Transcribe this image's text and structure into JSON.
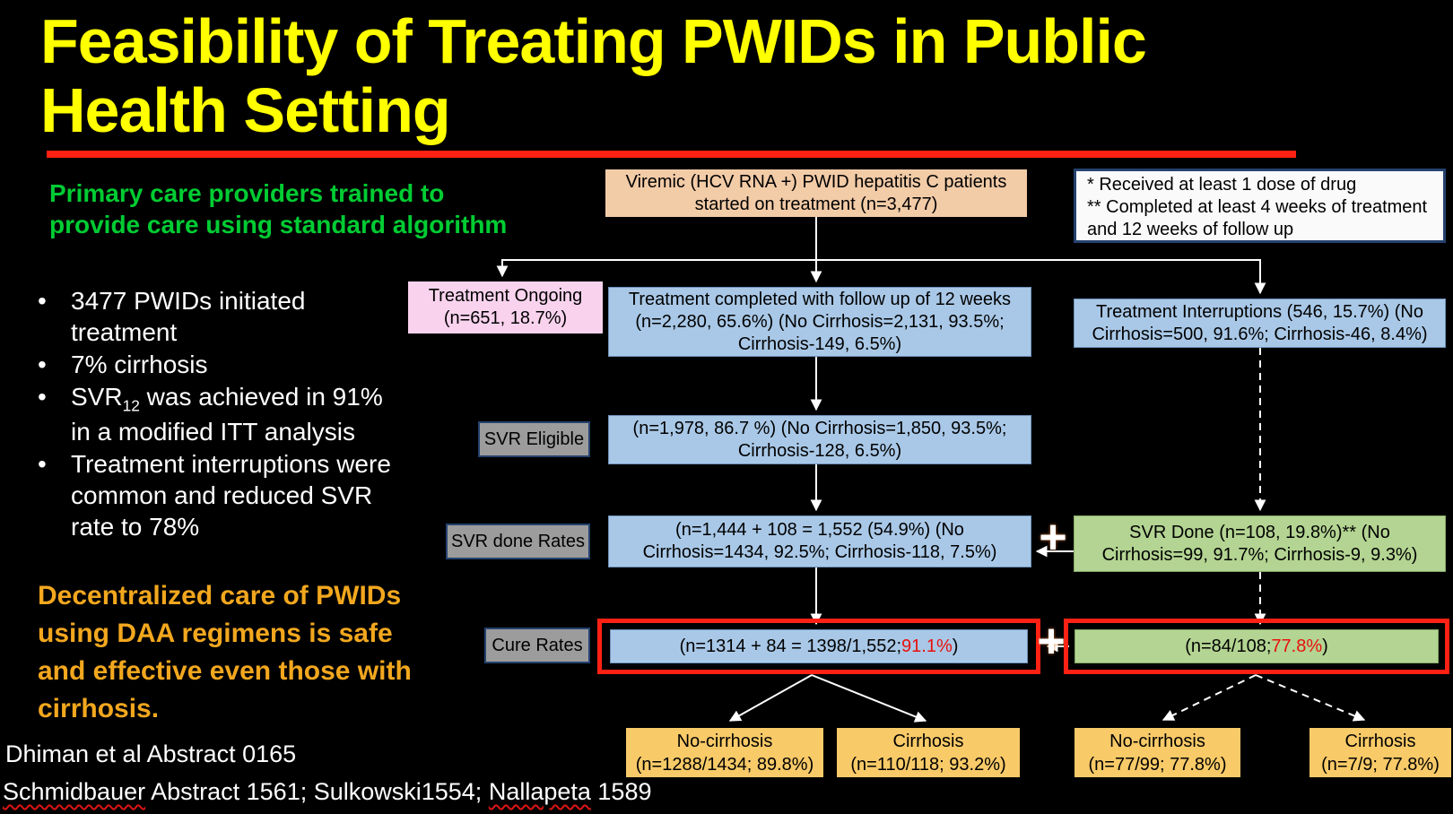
{
  "title": "Feasibility of Treating PWIDs in Public Health Setting",
  "subtitle": "Primary care providers trained to provide care using standard algorithm",
  "bullets": {
    "marker": "•",
    "b1": "3477 PWIDs initiated treatment",
    "b2": "7% cirrhosis",
    "b3_pre": "SVR",
    "b3_sub": "12",
    "b3_post": " was achieved in 91% in a modified ITT analysis",
    "b4": "Treatment interruptions were common and reduced SVR rate to 78%"
  },
  "conclusion": "Decentralized care of PWIDs using DAA regimens is safe and effective even those with cirrhosis.",
  "citations": {
    "line1": "Dhiman et al Abstract 0165",
    "line2_part1": "Schmidbauer",
    "line2_part2": " Abstract 1561; Sulkowski1554; ",
    "line2_part3": "Nallapeta",
    "line2_part4": " 1589"
  },
  "flowchart": {
    "root_box": "Viremic (HCV RNA +) PWID hepatitis C patients started on treatment (n=3,477)",
    "footnote_line1": "* Received at least 1 dose of drug",
    "footnote_line2": "** Completed at least 4 weeks of treatment and 12 weeks of follow up",
    "treatment_ongoing": "Treatment Ongoing (n=651, 18.7%)",
    "treatment_completed": "Treatment completed with follow up of 12 weeks (n=2,280, 65.6%) (No Cirrhosis=2,131, 93.5%; Cirrhosis-149, 6.5%)",
    "treatment_interruptions": "Treatment Interruptions (546, 15.7%) (No Cirrhosis=500, 91.6%; Cirrhosis-46, 8.4%)",
    "label_svr_eligible": "SVR Eligible",
    "svr_eligible": "(n=1,978, 86.7 %) (No Cirrhosis=1,850, 93.5%; Cirrhosis-128, 6.5%)",
    "label_svr_done": "SVR done Rates",
    "svr_done": "(n=1,444 + 108 = 1,552 (54.9%) (No Cirrhosis=1434, 92.5%; Cirrhosis-118, 7.5%)",
    "svr_done_interrupted": "SVR Done (n=108, 19.8%)** (No Cirrhosis=99, 91.7%; Cirrhosis-9, 9.3%)",
    "label_cure": "Cure Rates",
    "plus_sign": "+",
    "cure_left_pre": "(n=1314 + 84 = 1398/1,552; ",
    "cure_left_pct": "91.1%",
    "cure_left_post": ")",
    "cure_right_pre": "(n=84/108; ",
    "cure_right_pct": "77.8%",
    "cure_right_post": ")",
    "outcome_left_nocirr_label": "No-cirrhosis",
    "outcome_left_nocirr_value": "(n=1288/1434; 89.8%)",
    "outcome_left_cirr_label": "Cirrhosis",
    "outcome_left_cirr_value": "(n=110/118; 93.2%)",
    "outcome_right_nocirr_label": "No-cirrhosis",
    "outcome_right_nocirr_value": "(n=77/99; 77.8%)",
    "outcome_right_cirr_label": "Cirrhosis",
    "outcome_right_cirr_value": "(n=7/9; 77.8%)"
  },
  "colors": {
    "bg": "#000000",
    "title": "#ffff00",
    "red": "#ff2114",
    "green-text": "#00cc33",
    "orange-text": "#f2a71e",
    "peach": "#f2cba7",
    "pink": "#f9d3ee",
    "blue": "#a9c8e7",
    "green-box": "#b3d492",
    "gray": "#9c9c9c",
    "orange-box": "#f8ca68",
    "navy": "#24426f"
  }
}
